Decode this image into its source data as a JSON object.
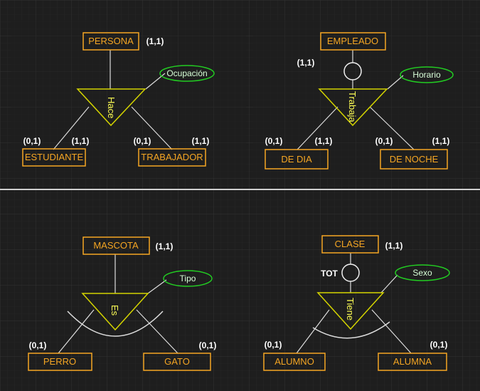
{
  "diagrams": [
    {
      "parent": "PERSONA",
      "parent_card": "(1,1)",
      "relation": "Hace",
      "attribute": "Ocupación",
      "left_child": "ESTUDIANTE",
      "right_child": "TRABAJADOR",
      "left_child_cards": [
        "(0,1)",
        "(1,1)"
      ],
      "right_child_cards": [
        "(0,1)",
        "(1,1)"
      ]
    },
    {
      "parent": "EMPLEADO",
      "parent_card": "(1,1)",
      "relation": "Trabaja",
      "attribute": "Horario",
      "left_child": "DE DIA",
      "right_child": "DE NOCHE",
      "left_child_cards": [
        "(0,1)",
        "(1,1)"
      ],
      "right_child_cards": [
        "(0,1)",
        "(1,1)"
      ]
    },
    {
      "parent": "MASCOTA",
      "parent_card": "(1,1)",
      "relation": "Es",
      "attribute": "Tipo",
      "left_child": "PERRO",
      "right_child": "GATO",
      "left_child_cards": [
        "(0,1)"
      ],
      "right_child_cards": [
        "(0,1)"
      ]
    },
    {
      "parent": "CLASE",
      "parent_card": "(1,1)",
      "total_label": "TOT",
      "relation": "Tiene",
      "attribute": "Sexo",
      "left_child": "ALUMNO",
      "right_child": "ALUMNA",
      "left_child_cards": [
        "(0,1)"
      ],
      "right_child_cards": [
        "(0,1)"
      ]
    }
  ],
  "colors": {
    "background": "#1e1e1e",
    "grid": "#2e2e2e",
    "entity": "#f5a623",
    "relation": "#d4d400",
    "relation_text": "#ffff55",
    "attribute": "#22cc22",
    "line": "#dddddd",
    "divider": "#cccccc"
  }
}
